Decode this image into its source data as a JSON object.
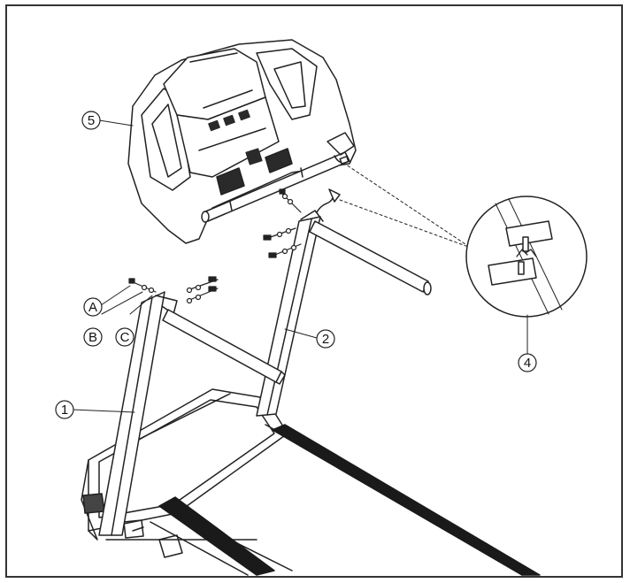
{
  "callouts": {
    "part1": "1",
    "part2": "2",
    "part4": "4",
    "part5": "5",
    "hwA": "A",
    "hwB": "B",
    "hwC": "C"
  },
  "colors": {
    "line": "#222222",
    "belt": "#1a1a1a",
    "screen": "#2a2a2a",
    "background": "#ffffff"
  }
}
